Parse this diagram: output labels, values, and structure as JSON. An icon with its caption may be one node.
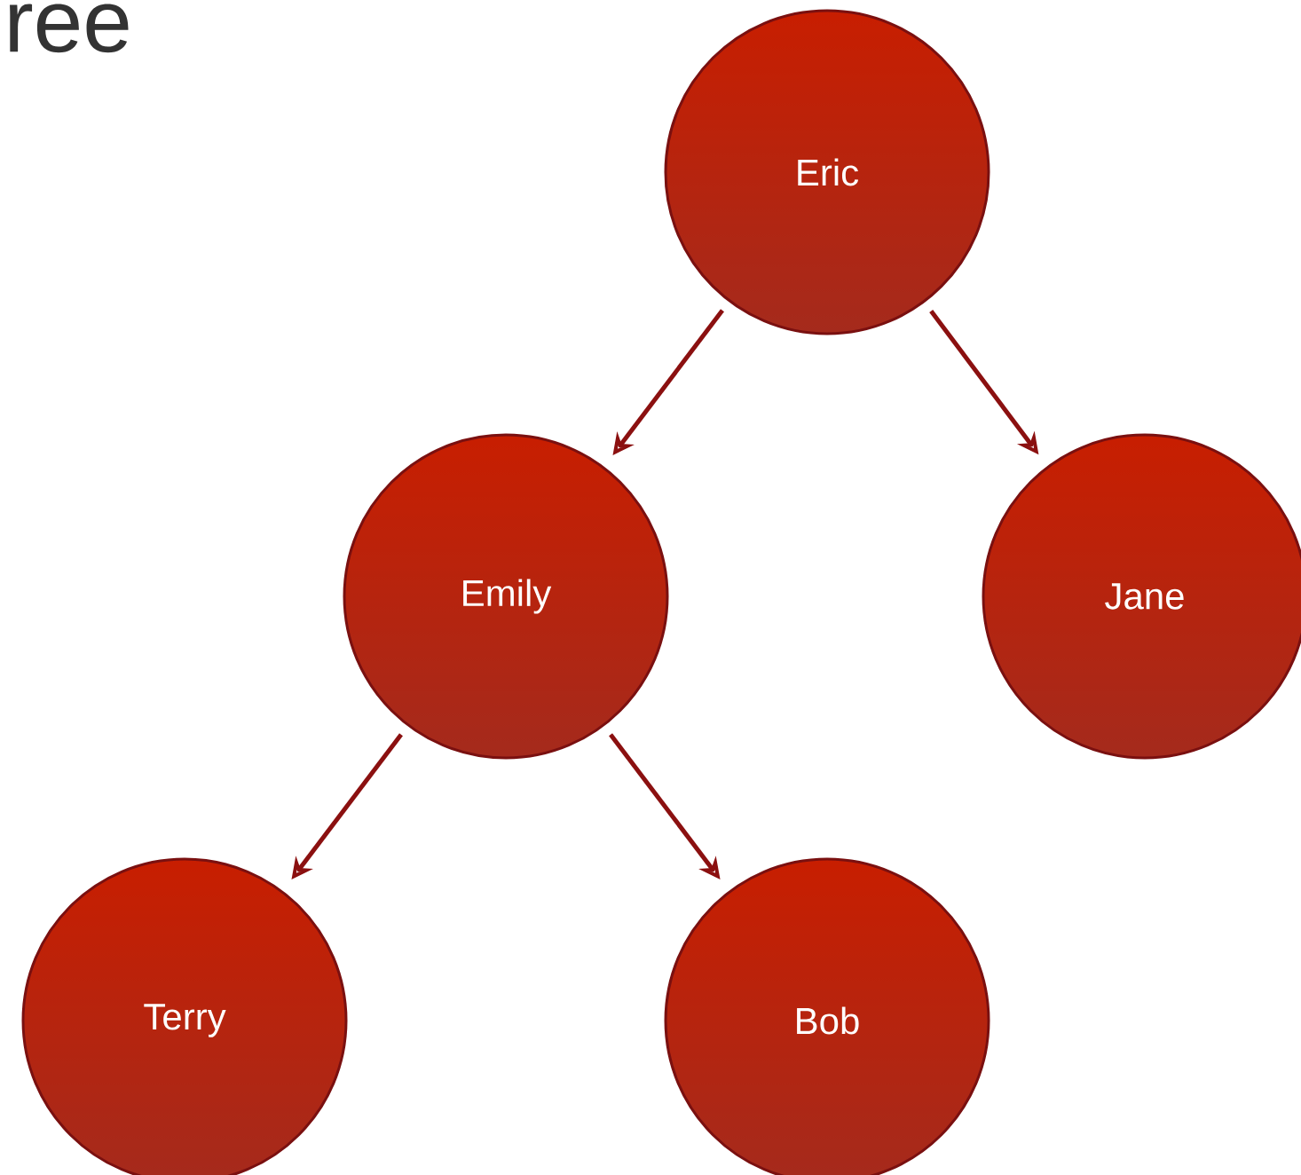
{
  "diagram": {
    "title": "ree",
    "nodes": [
      {
        "text": [
          "Eric"
        ]
      },
      {
        "text": [
          "Emily"
        ]
      },
      {
        "text": [
          "Jane"
        ]
      },
      {
        "text": [
          "Terry"
        ]
      },
      {
        "text": [
          "Bob"
        ]
      }
    ],
    "edges": [
      {
        "from": 0,
        "to": 1,
        "arrow": "to"
      },
      {
        "from": 0,
        "to": 2,
        "arrow": "to"
      },
      {
        "from": 1,
        "to": 3,
        "arrow": "to"
      },
      {
        "from": 1,
        "to": 4,
        "arrow": "to"
      }
    ]
  }
}
